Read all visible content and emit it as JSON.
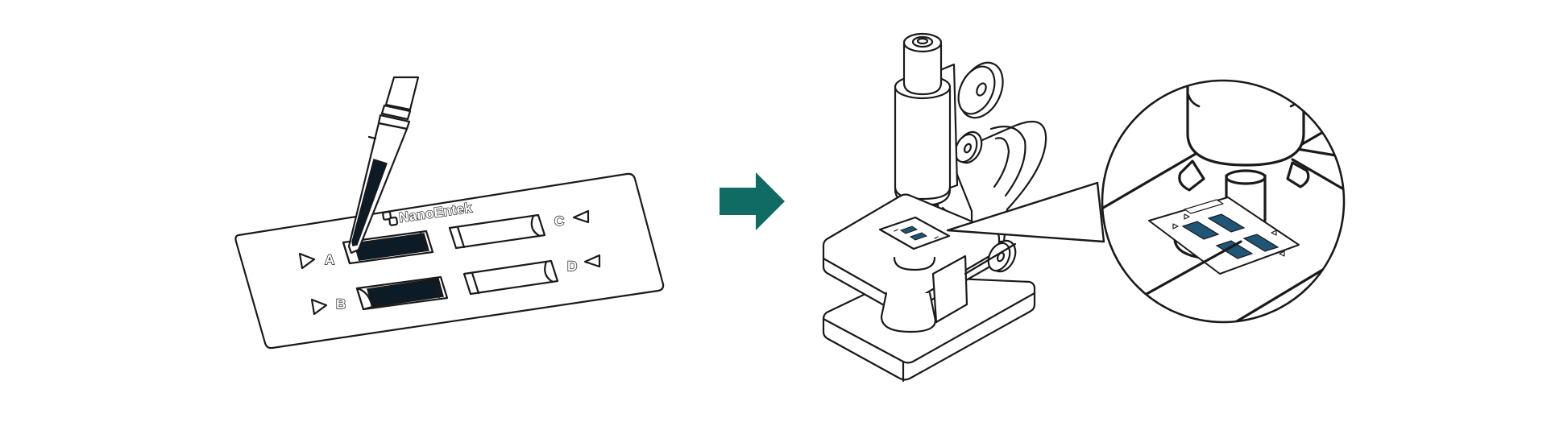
{
  "slide": {
    "brand": "NanoEntek",
    "channel_labels": [
      "A",
      "B",
      "C",
      "D"
    ]
  },
  "colors": {
    "sample_fill": "#0d1b26",
    "arrow_fill": "#0f6b63",
    "line": "#1a1a1a",
    "zoom_channel_fill": "#1f5576"
  },
  "icons": {
    "pipette": "pipette-icon",
    "arrow": "arrow-right-icon",
    "microscope": "microscope-icon",
    "magnifier": "magnifier-inset-icon"
  }
}
